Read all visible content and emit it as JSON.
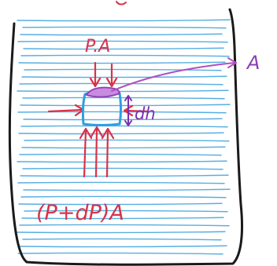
{
  "labels": {
    "top_force": "P.A",
    "bottom_force": "(P+dP)A",
    "height": "dh",
    "area": "A"
  },
  "colors": {
    "water": "#3aa0dc",
    "container": "#1a1a1a",
    "force": "#d9324a",
    "element_border": "#2f9fe0",
    "element_top": "#8a3fb5",
    "area_pointer": "#b04fc0",
    "height_marker": "#7a2fb0"
  }
}
